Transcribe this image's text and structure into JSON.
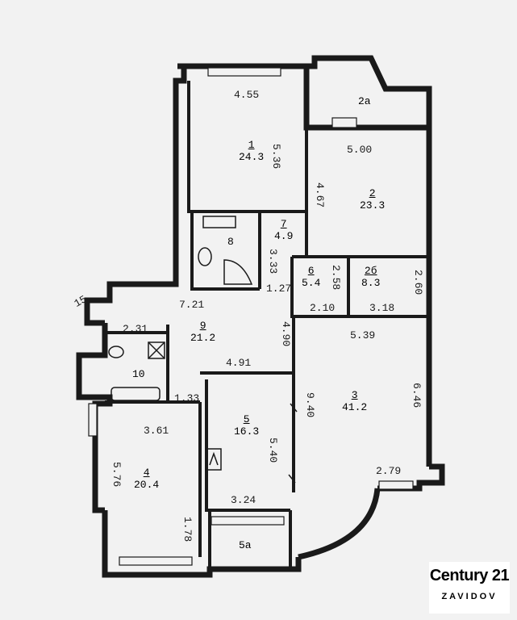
{
  "rooms": [
    {
      "no": "1",
      "area": "24.3"
    },
    {
      "no": "2",
      "area": "23.3"
    },
    {
      "no": "2a"
    },
    {
      "no": "3",
      "area": "41.2"
    },
    {
      "no": "4",
      "area": "20.4"
    },
    {
      "no": "5",
      "area": "16.3"
    },
    {
      "no": "5a"
    },
    {
      "no": "6",
      "area": "5.4"
    },
    {
      "no": "7",
      "area": "4.9"
    },
    {
      "no": "8"
    },
    {
      "no": "9",
      "area": "21.2"
    },
    {
      "no": "10"
    },
    {
      "no": "2б",
      "area": "8.3"
    }
  ],
  "dims": {
    "r1_top": "4.55",
    "r1_side": "5.36",
    "r2_top": "5.00",
    "r2_side": "4.67",
    "r7_side": "3.33",
    "r6_side": "2.58",
    "r6_bottom": "2.10",
    "r2b_side": "2.60",
    "r2b_bottom": "3.18",
    "hall_width": "7.21",
    "hall_left": "1.27",
    "r9_top": "2.31",
    "r9_side": "4.90",
    "r9_bottom": "4.91",
    "r10_bottom": "1.33",
    "r3_top": "5.39",
    "r3_left": "9.40",
    "r3_right": "6.46",
    "r3_bay": "2.79",
    "r4_top": "3.61",
    "r4_side": "5.76",
    "r4_bottom": "1.78",
    "r5_side": "5.40",
    "r5_bottom": "3.24",
    "outer": "15"
  },
  "logo": {
    "brand": "Century 21",
    "office": "ZAVIDOV"
  }
}
